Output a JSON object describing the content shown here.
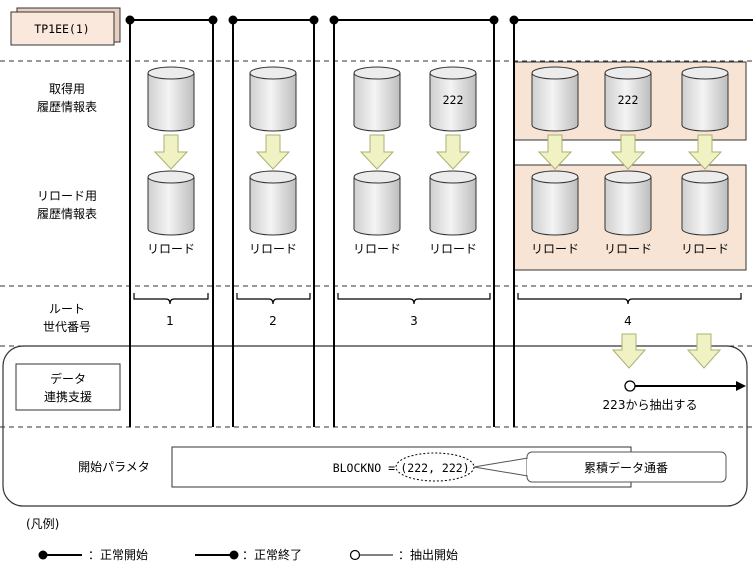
{
  "system": {
    "name": "TP1EE(1)"
  },
  "rows": {
    "acquire": [
      "取得用",
      "履歴情報表"
    ],
    "reload": [
      "リロード用",
      "履歴情報表"
    ],
    "root_generation": [
      "ルート",
      "世代番号"
    ],
    "data_link": [
      "データ",
      "連携支援"
    ]
  },
  "generations": [
    {
      "number": "1",
      "acquire_labels": [
        ""
      ],
      "reload_labels": [
        "リロード"
      ]
    },
    {
      "number": "2",
      "acquire_labels": [
        ""
      ],
      "reload_labels": [
        "リロード"
      ]
    },
    {
      "number": "3",
      "acquire_labels": [
        "",
        "222"
      ],
      "reload_labels": [
        "リロード",
        "リロード"
      ]
    },
    {
      "number": "4",
      "acquire_labels": [
        "",
        "222",
        ""
      ],
      "reload_labels": [
        "リロード",
        "リロード",
        "リロード"
      ]
    }
  ],
  "extraction": {
    "label": "223から抽出する"
  },
  "parameters": {
    "label": "開始パラメタ",
    "text_prefix": "BLOCKNO = ",
    "value": "(222, 222)",
    "callout": "累積データ通番"
  },
  "legend": {
    "title": "(凡例)",
    "normal_start": "：正常開始",
    "normal_end": "：正常終了",
    "extract_start": "：抽出開始"
  },
  "colors": {
    "highlight": "#f7e4d4",
    "arrow": "#f0f2c4",
    "arrow_stroke": "#aab070",
    "cylinder": "#e3e3e3"
  }
}
